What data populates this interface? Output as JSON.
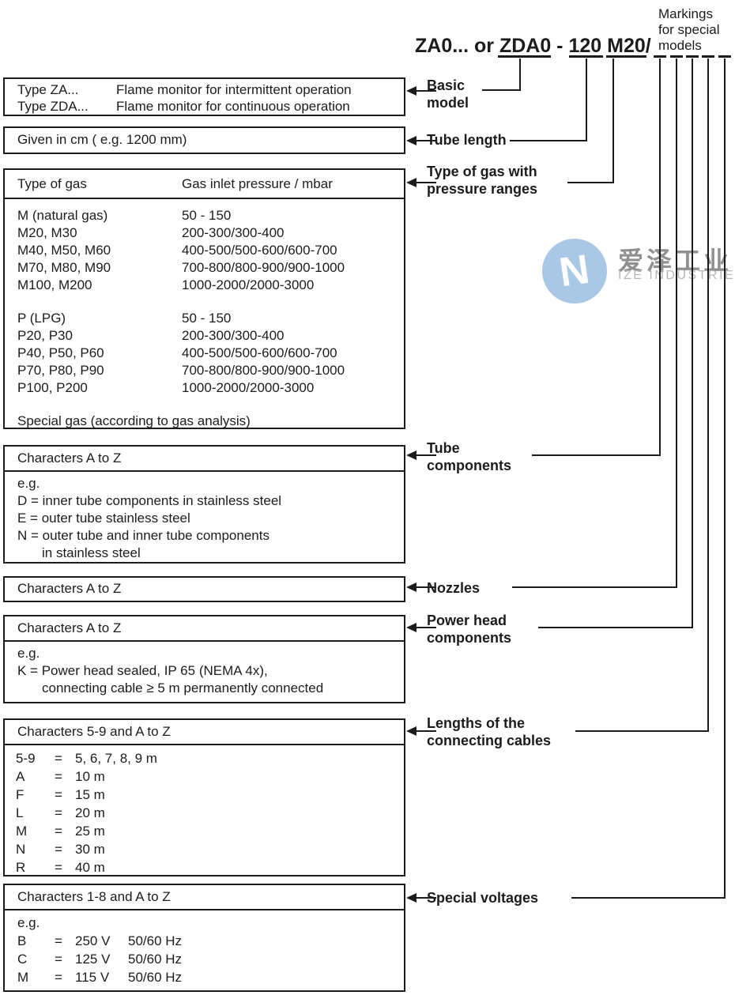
{
  "header": {
    "code": "ZA0... or ZDA0 - 120 M20/",
    "markings_note": {
      "lines": [
        "Markings",
        "for special",
        "models"
      ]
    }
  },
  "watermark": {
    "cn": "爱泽工业",
    "en": "IZE INDUSTRIES",
    "circle_color": "#a9c8e6",
    "cn_color": "#8f9091",
    "en_color": "#b4b6b8"
  },
  "callouts": {
    "basic_model": {
      "lines": [
        "Basic",
        "model"
      ]
    },
    "tube_length": {
      "lines": [
        "Tube length"
      ]
    },
    "gas": {
      "lines": [
        "Type of gas with",
        "pressure ranges"
      ]
    },
    "tube_components": {
      "lines": [
        "Tube",
        "components"
      ]
    },
    "nozzles": {
      "lines": [
        "Nozzles"
      ]
    },
    "power_head": {
      "lines": [
        "Power head",
        "components"
      ]
    },
    "cables": {
      "lines": [
        "Lengths of the",
        "connecting cables"
      ]
    },
    "voltages": {
      "lines": [
        "Special voltages"
      ]
    }
  },
  "boxes": {
    "basic_model": {
      "rows": [
        {
          "type": "Type ZA...",
          "desc": "Flame monitor for intermittent operation"
        },
        {
          "type": "Type ZDA...",
          "desc": "Flame monitor for continuous operation"
        }
      ]
    },
    "tube_length": {
      "text": "Given in cm ( e.g. 1200 mm)"
    },
    "gas": {
      "col_gas": "Type of gas",
      "col_pressure": "Gas inlet pressure / mbar",
      "m_rows": [
        {
          "gas": "M (natural gas)",
          "pressure": "50 - 150"
        },
        {
          "gas": "M20, M30",
          "pressure": "200-300/300-400"
        },
        {
          "gas": "M40, M50, M60",
          "pressure": "400-500/500-600/600-700"
        },
        {
          "gas": "M70, M80, M90",
          "pressure": "700-800/800-900/900-1000"
        },
        {
          "gas": "M100, M200",
          "pressure": "1000-2000/2000-3000"
        }
      ],
      "p_rows": [
        {
          "gas": "P (LPG)",
          "pressure": "50 - 150"
        },
        {
          "gas": "P20, P30",
          "pressure": "200-300/300-400"
        },
        {
          "gas": "P40, P50, P60",
          "pressure": "400-500/500-600/600-700"
        },
        {
          "gas": "P70, P80, P90",
          "pressure": "700-800/800-900/900-1000"
        },
        {
          "gas": "P100, P200",
          "pressure": "1000-2000/2000-3000"
        }
      ],
      "special": "Special gas (according to gas analysis)"
    },
    "tube_components": {
      "header": "Characters A to Z",
      "eg": "e.g.",
      "lines": [
        "D = inner tube components in stainless steel",
        "E = outer tube stainless steel",
        "N = outer tube and inner tube components",
        "in stainless steel"
      ]
    },
    "nozzles": {
      "header": "Characters A to Z"
    },
    "power_head": {
      "header": "Characters A to Z",
      "eg": "e.g.",
      "lines": [
        "K = Power head sealed, IP 65 (NEMA 4x),",
        "connecting cable ≥ 5 m permanently connected"
      ]
    },
    "cables": {
      "header": "Characters 5-9 and A to Z",
      "eq": "=",
      "rows": [
        {
          "code": "5-9",
          "value": "5, 6, 7, 8, 9 m"
        },
        {
          "code": "A",
          "value": "10 m"
        },
        {
          "code": "F",
          "value": "15 m"
        },
        {
          "code": "L",
          "value": "20 m"
        },
        {
          "code": "M",
          "value": "25 m"
        },
        {
          "code": "N",
          "value": "30 m"
        },
        {
          "code": "R",
          "value": "40 m"
        }
      ]
    },
    "voltages": {
      "header": "Characters 1-8 and A to Z",
      "eg": "e.g.",
      "eq": "=",
      "rows": [
        {
          "code": "B",
          "voltage": "250 V",
          "freq": "50/60 Hz"
        },
        {
          "code": "C",
          "voltage": "125 V",
          "freq": "50/60 Hz"
        },
        {
          "code": "M",
          "voltage": "115 V",
          "freq": "50/60 Hz"
        }
      ]
    }
  }
}
